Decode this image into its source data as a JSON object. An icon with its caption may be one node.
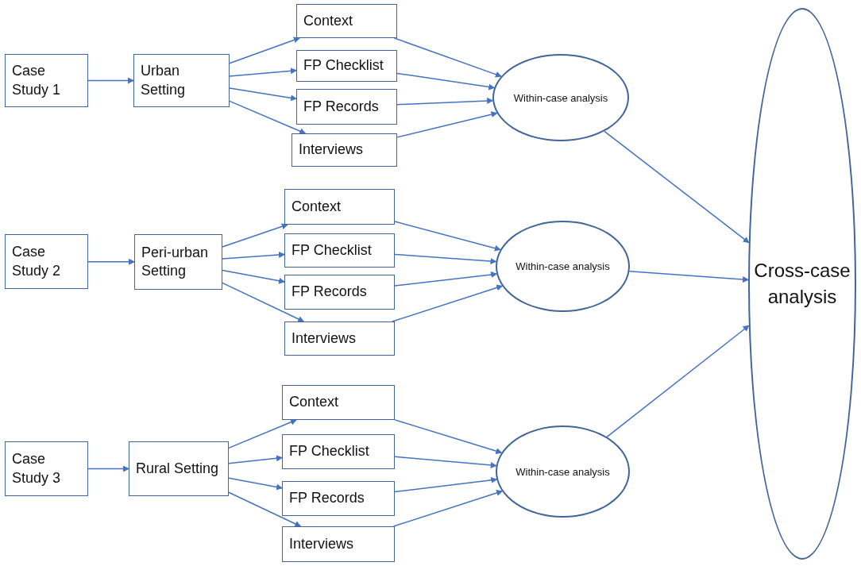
{
  "diagram": {
    "nodes": [
      {
        "text": [
          "Case Study 1"
        ]
      },
      {
        "text": [
          "Urban Setting"
        ]
      },
      {
        "text": [
          "Context"
        ]
      },
      {
        "text": [
          "FP Checklist"
        ]
      },
      {
        "text": [
          "FP Records"
        ]
      },
      {
        "text": [
          "Interviews"
        ]
      },
      {
        "text": [
          "Within-case analysis"
        ]
      },
      {
        "text": [
          "Case Study 2"
        ]
      },
      {
        "text": [
          "Peri-urban Setting"
        ]
      },
      {
        "text": [
          "Context"
        ]
      },
      {
        "text": [
          "FP Checklist"
        ]
      },
      {
        "text": [
          "FP Records"
        ]
      },
      {
        "text": [
          "Interviews"
        ]
      },
      {
        "text": [
          "Within-case analysis"
        ]
      },
      {
        "text": [
          "Case Study 3"
        ]
      },
      {
        "text": [
          "Rural Setting"
        ]
      },
      {
        "text": [
          "Context"
        ]
      },
      {
        "text": [
          "FP Checklist"
        ]
      },
      {
        "text": [
          "FP Records"
        ]
      },
      {
        "text": [
          "Interviews"
        ]
      },
      {
        "text": [
          "Within-case analysis"
        ]
      },
      {
        "text": [
          "Cross-case analysis"
        ]
      }
    ],
    "edges": [
      {
        "from": 0,
        "to": 1,
        "arrow": "to"
      },
      {
        "from": 1,
        "to": 2,
        "arrow": "to"
      },
      {
        "from": 1,
        "to": 3,
        "arrow": "to"
      },
      {
        "from": 1,
        "to": 4,
        "arrow": "to"
      },
      {
        "from": 1,
        "to": 5,
        "arrow": "to"
      },
      {
        "from": 2,
        "to": 6,
        "arrow": "to"
      },
      {
        "from": 3,
        "to": 6,
        "arrow": "to"
      },
      {
        "from": 4,
        "to": 6,
        "arrow": "to"
      },
      {
        "from": 5,
        "to": 6,
        "arrow": "to"
      },
      {
        "from": 6,
        "to": 21,
        "arrow": "to"
      },
      {
        "from": 7,
        "to": 8,
        "arrow": "to"
      },
      {
        "from": 8,
        "to": 9,
        "arrow": "to"
      },
      {
        "from": 8,
        "to": 10,
        "arrow": "to"
      },
      {
        "from": 8,
        "to": 11,
        "arrow": "to"
      },
      {
        "from": 8,
        "to": 12,
        "arrow": "to"
      },
      {
        "from": 9,
        "to": 13,
        "arrow": "to"
      },
      {
        "from": 10,
        "to": 13,
        "arrow": "to"
      },
      {
        "from": 11,
        "to": 13,
        "arrow": "to"
      },
      {
        "from": 12,
        "to": 13,
        "arrow": "to"
      },
      {
        "from": 13,
        "to": 21,
        "arrow": "to"
      },
      {
        "from": 14,
        "to": 15,
        "arrow": "to"
      },
      {
        "from": 15,
        "to": 16,
        "arrow": "to"
      },
      {
        "from": 15,
        "to": 17,
        "arrow": "to"
      },
      {
        "from": 15,
        "to": 18,
        "arrow": "to"
      },
      {
        "from": 15,
        "to": 19,
        "arrow": "to"
      },
      {
        "from": 16,
        "to": 20,
        "arrow": "to"
      },
      {
        "from": 17,
        "to": 20,
        "arrow": "to"
      },
      {
        "from": 18,
        "to": 20,
        "arrow": "to"
      },
      {
        "from": 19,
        "to": 20,
        "arrow": "to"
      },
      {
        "from": 20,
        "to": 21,
        "arrow": "to"
      }
    ]
  }
}
